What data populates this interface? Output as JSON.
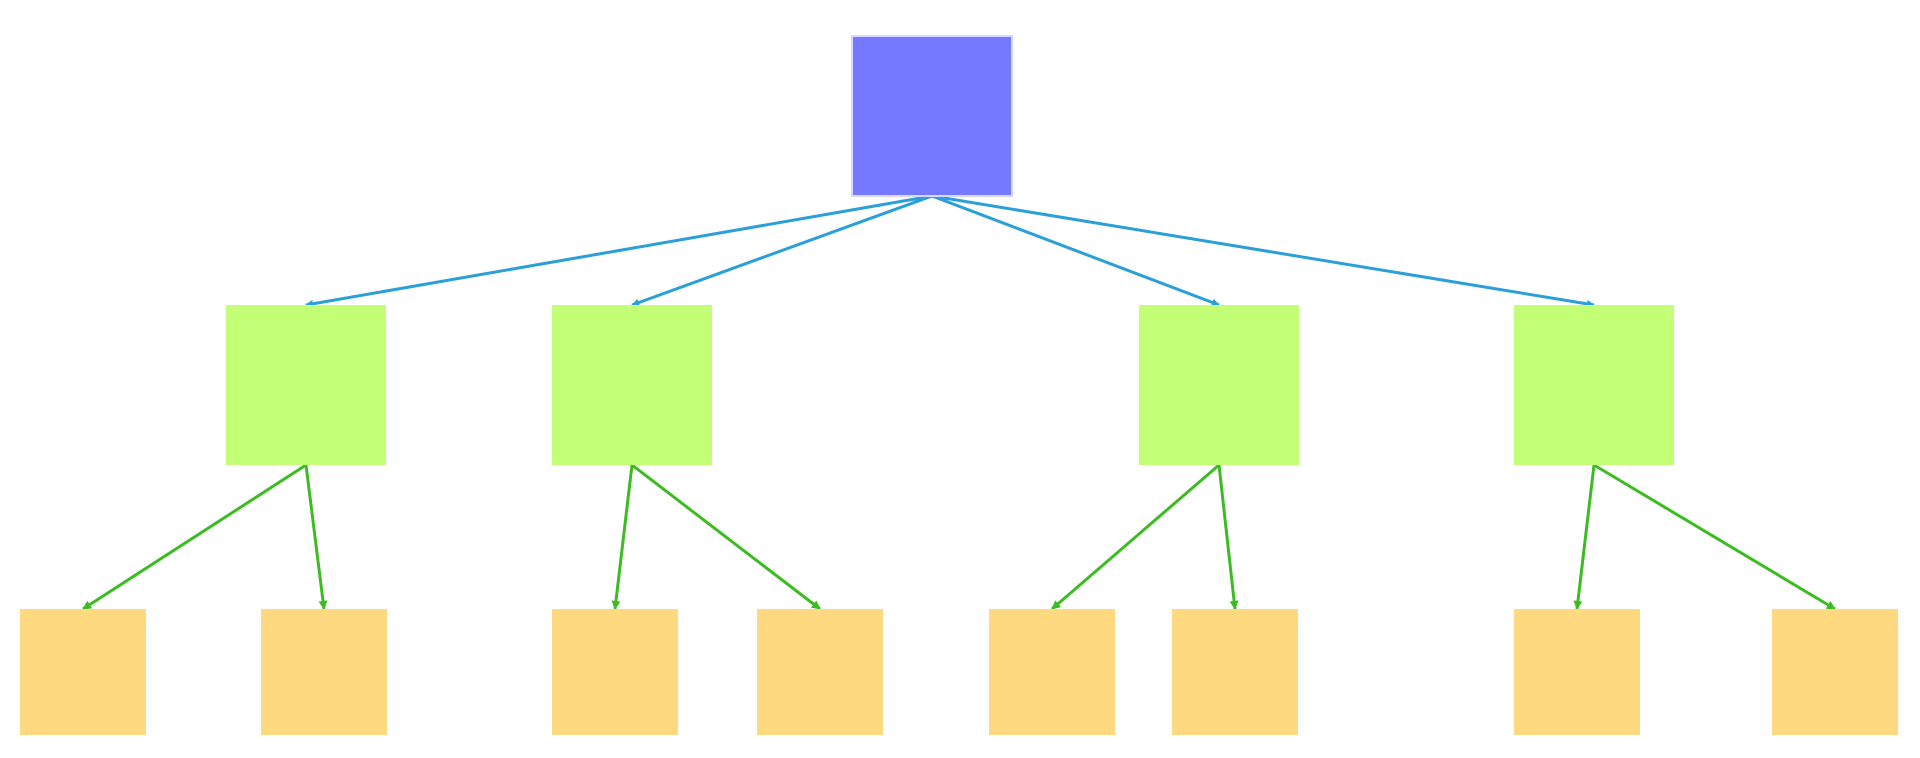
{
  "diagram": {
    "colors": {
      "root_fill": "#7479FF",
      "root_border": "#D8D8FF",
      "level1_fill": "#C2FF76",
      "level2_fill": "#FFD980",
      "root_edge": "#2A9FD8",
      "child_edge": "#3DBB22"
    },
    "nodes": [
      {
        "id": "root",
        "level": 0
      },
      {
        "id": "l1-1",
        "level": 1,
        "parent": "root"
      },
      {
        "id": "l1-2",
        "level": 1,
        "parent": "root"
      },
      {
        "id": "l1-3",
        "level": 1,
        "parent": "root"
      },
      {
        "id": "l1-4",
        "level": 1,
        "parent": "root"
      },
      {
        "id": "l2-1",
        "level": 2,
        "parent": "l1-1"
      },
      {
        "id": "l2-2",
        "level": 2,
        "parent": "l1-1"
      },
      {
        "id": "l2-3",
        "level": 2,
        "parent": "l1-2"
      },
      {
        "id": "l2-4",
        "level": 2,
        "parent": "l1-2"
      },
      {
        "id": "l2-5",
        "level": 2,
        "parent": "l1-3"
      },
      {
        "id": "l2-6",
        "level": 2,
        "parent": "l1-3"
      },
      {
        "id": "l2-7",
        "level": 2,
        "parent": "l1-4"
      },
      {
        "id": "l2-8",
        "level": 2,
        "parent": "l1-4"
      }
    ]
  }
}
